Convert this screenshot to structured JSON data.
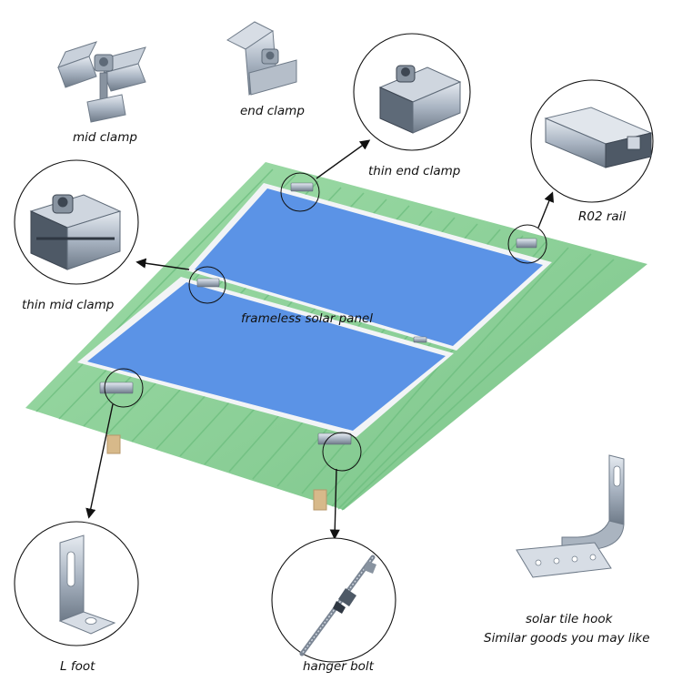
{
  "labels": {
    "mid_clamp": "mid clamp",
    "end_clamp": "end clamp",
    "thin_end_clamp": "thin end clamp",
    "r02_rail": "R02 rail",
    "thin_mid_clamp": "thin mid clamp",
    "frameless_solar_panel": "frameless solar panel",
    "l_foot": "L foot",
    "hanger_bolt": "hanger bolt",
    "solar_tile_hook": "solar tile hook",
    "similar_goods": "Similar goods you may like"
  },
  "colors": {
    "roof": "#8fd39a",
    "roof_dark": "#6fbf80",
    "panel": "#5b93e6",
    "panel_frame": "#f2f4f6",
    "metal": "#a9b4c2",
    "metal_dark": "#5e6a78",
    "wood": "#d7b98a"
  },
  "icons": [
    "mid-clamp-icon",
    "end-clamp-icon",
    "thin-end-clamp-icon",
    "r02-rail-icon",
    "thin-mid-clamp-icon",
    "l-foot-icon",
    "hanger-bolt-icon",
    "solar-tile-hook-icon"
  ]
}
